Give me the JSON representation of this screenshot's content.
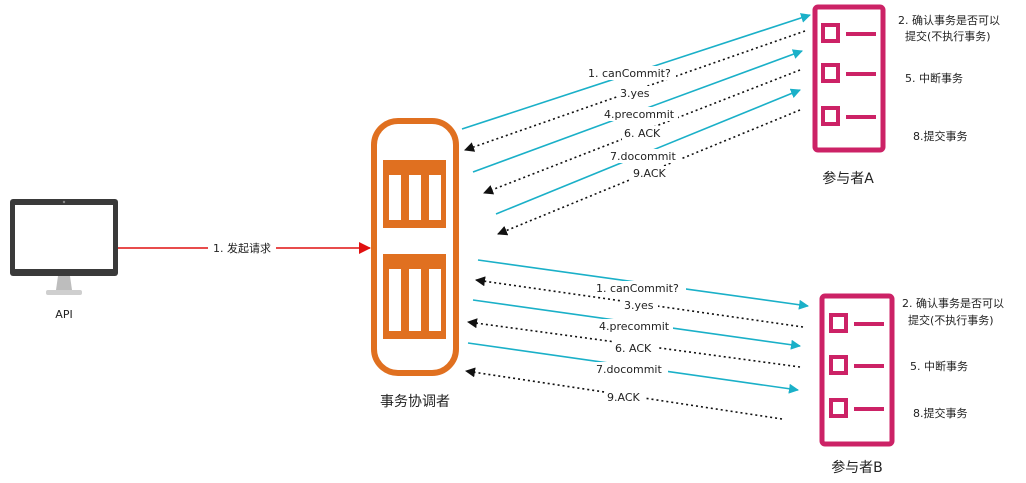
{
  "api": {
    "label": "API"
  },
  "coordinator": {
    "label": "事务协调者"
  },
  "request": {
    "label": "1. 发起请求"
  },
  "participant_a": {
    "label": "参与者A",
    "notes": [
      "2. 确认事务是否可以",
      "提交(不执行事务)",
      "5. 中断事务",
      "8.提交事务"
    ]
  },
  "participant_b": {
    "label": "参与者B",
    "notes": [
      "2. 确认事务是否可以",
      "提交(不执行事务)",
      "5. 中断事务",
      "8.提交事务"
    ]
  },
  "messages_a": [
    "1. canCommit?",
    "3.yes",
    "4.precommit",
    "6. ACK",
    "7.docommit",
    "9.ACK"
  ],
  "messages_b": [
    "1. canCommit?",
    "3.yes",
    "4.precommit",
    "6. ACK",
    "7.docommit",
    "9.ACK"
  ],
  "colors": {
    "coordinator": "#e07020",
    "participant": "#cc2266",
    "request_arrow": "#e01010",
    "solid_arrow": "#1ab0c8",
    "dotted_arrow": "#222222",
    "monitor": "#333333"
  }
}
